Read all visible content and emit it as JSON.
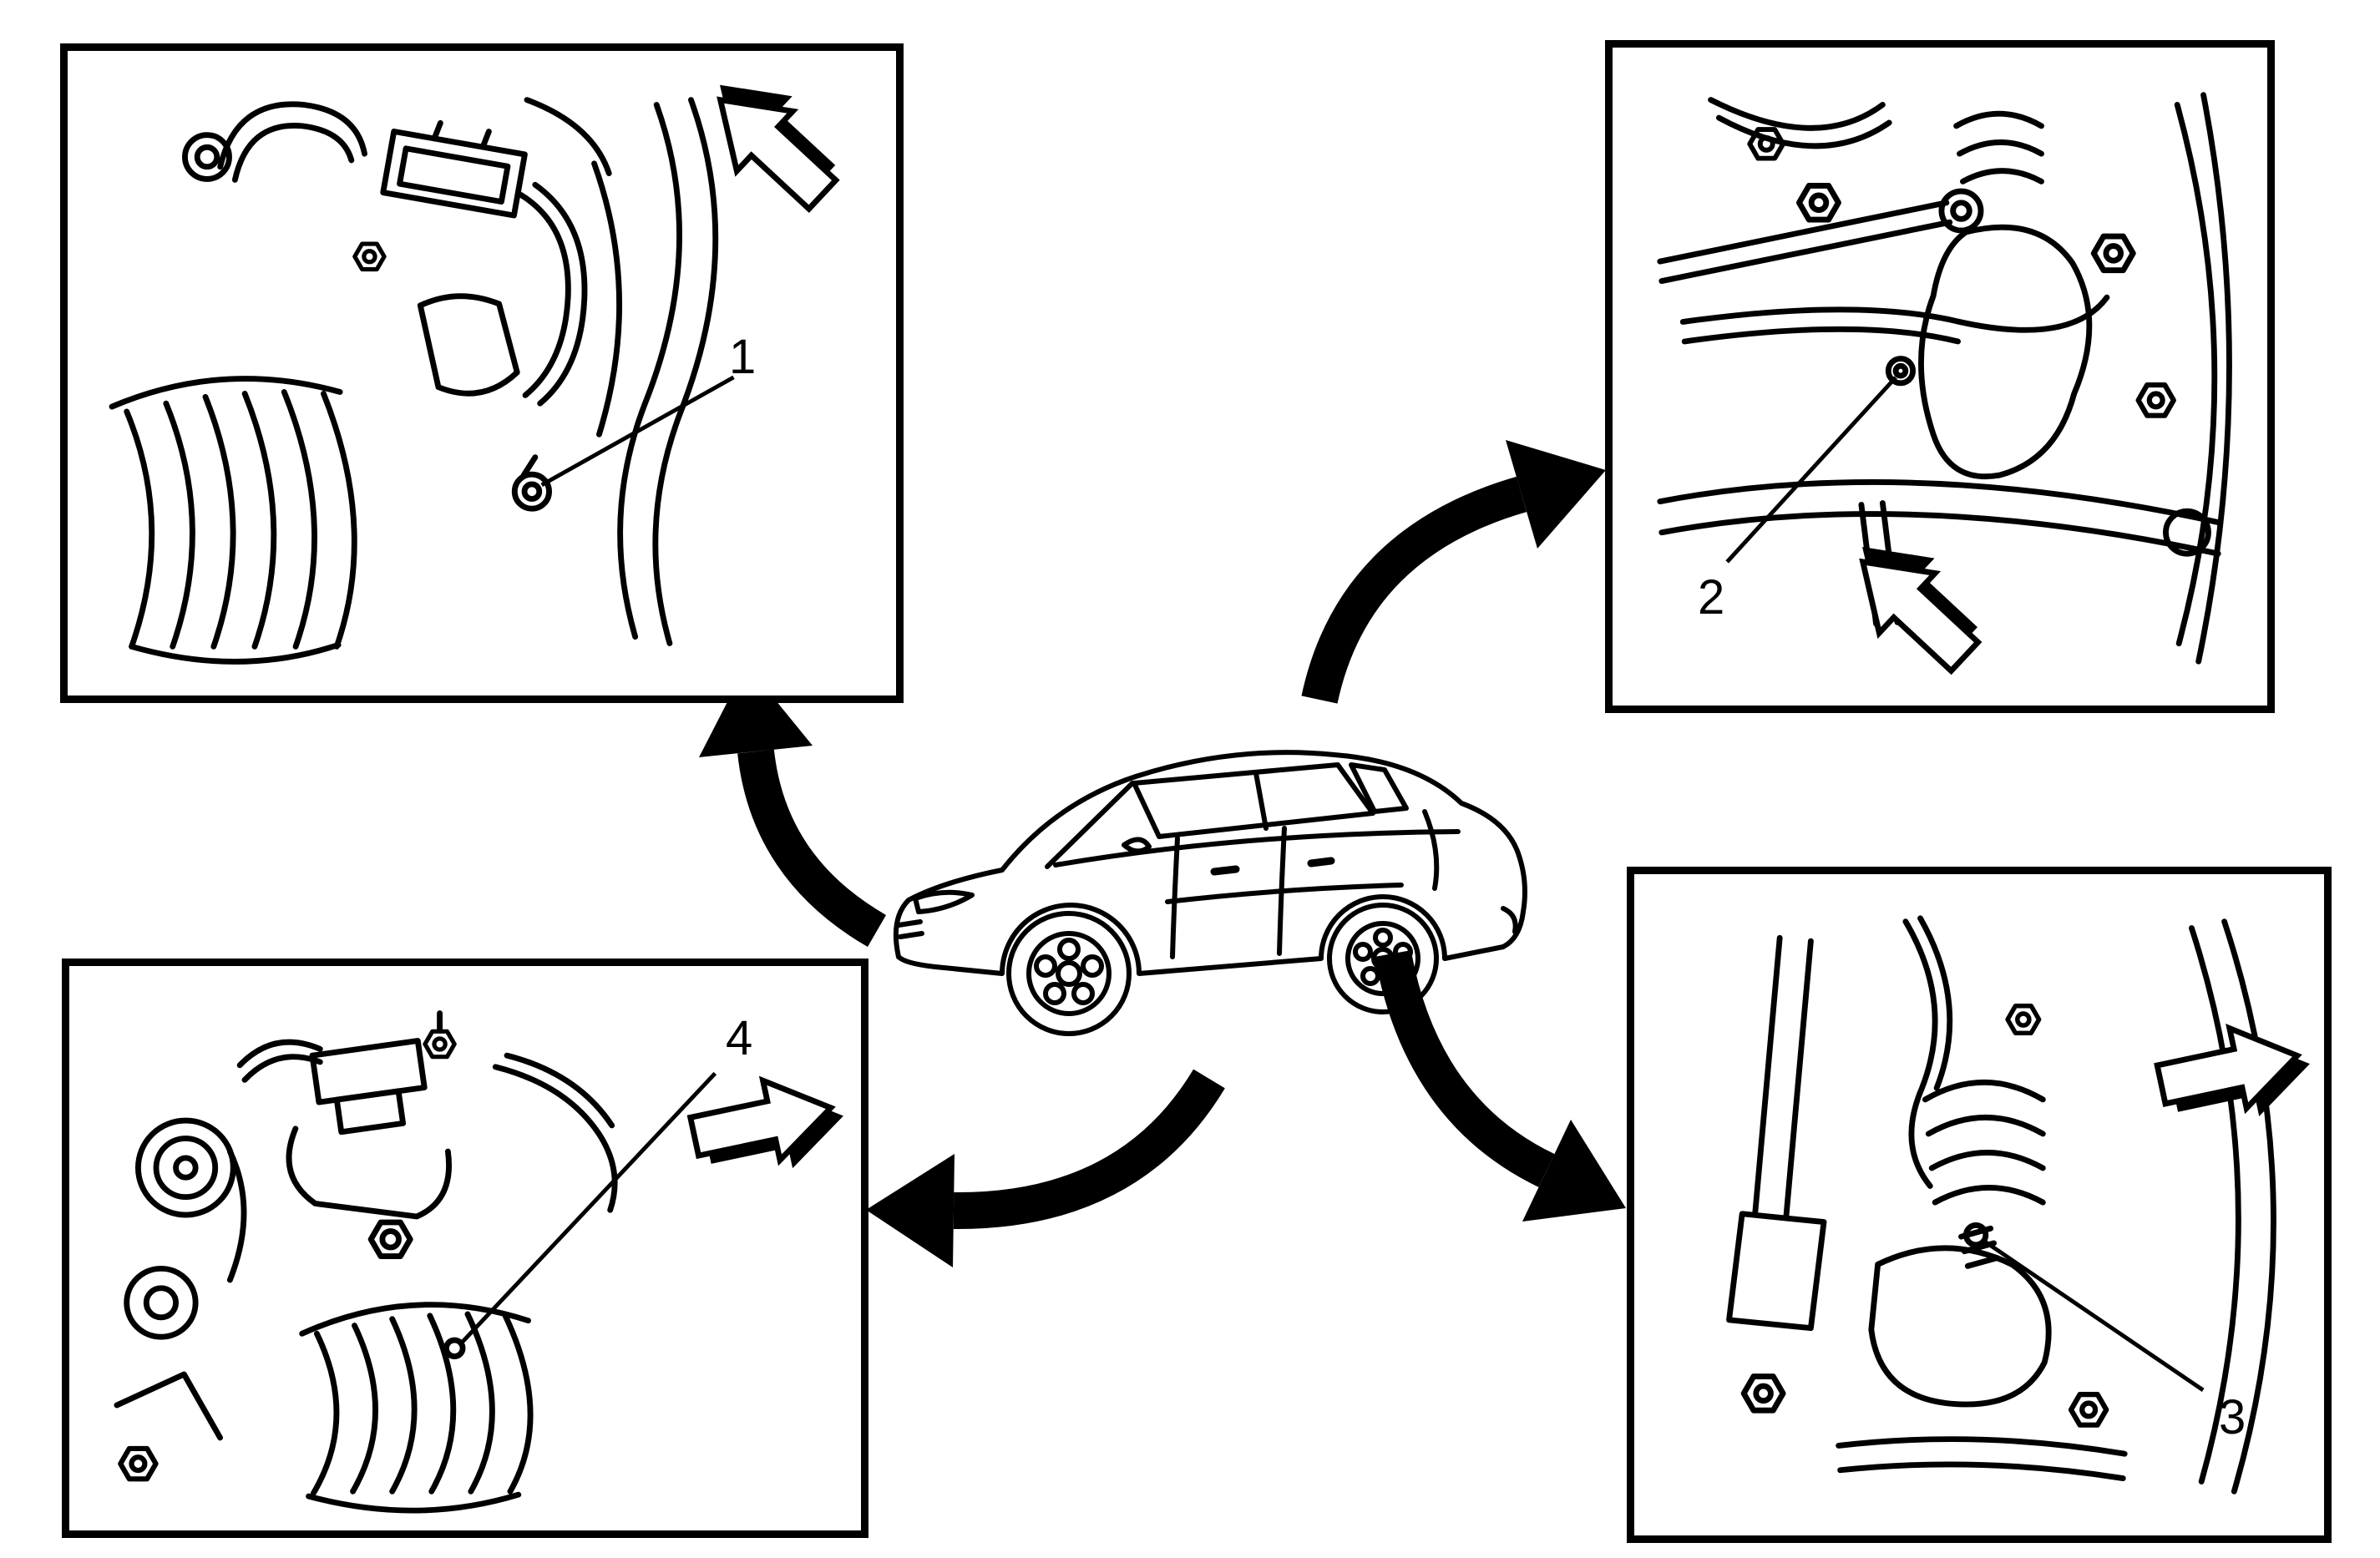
{
  "figure": {
    "background_color": "#ffffff",
    "line_color": "#000000",
    "callouts": {
      "c1": {
        "label": "1"
      },
      "c2": {
        "label": "2"
      },
      "c3": {
        "label": "3"
      },
      "c4": {
        "label": "4"
      }
    },
    "icons": {
      "view_direction_arrow": "outlined-3d-block-arrow",
      "connector_arrow": "solid-curved-swoosh-arrow",
      "vehicle": "sedan-three-quarter-line-art"
    }
  }
}
